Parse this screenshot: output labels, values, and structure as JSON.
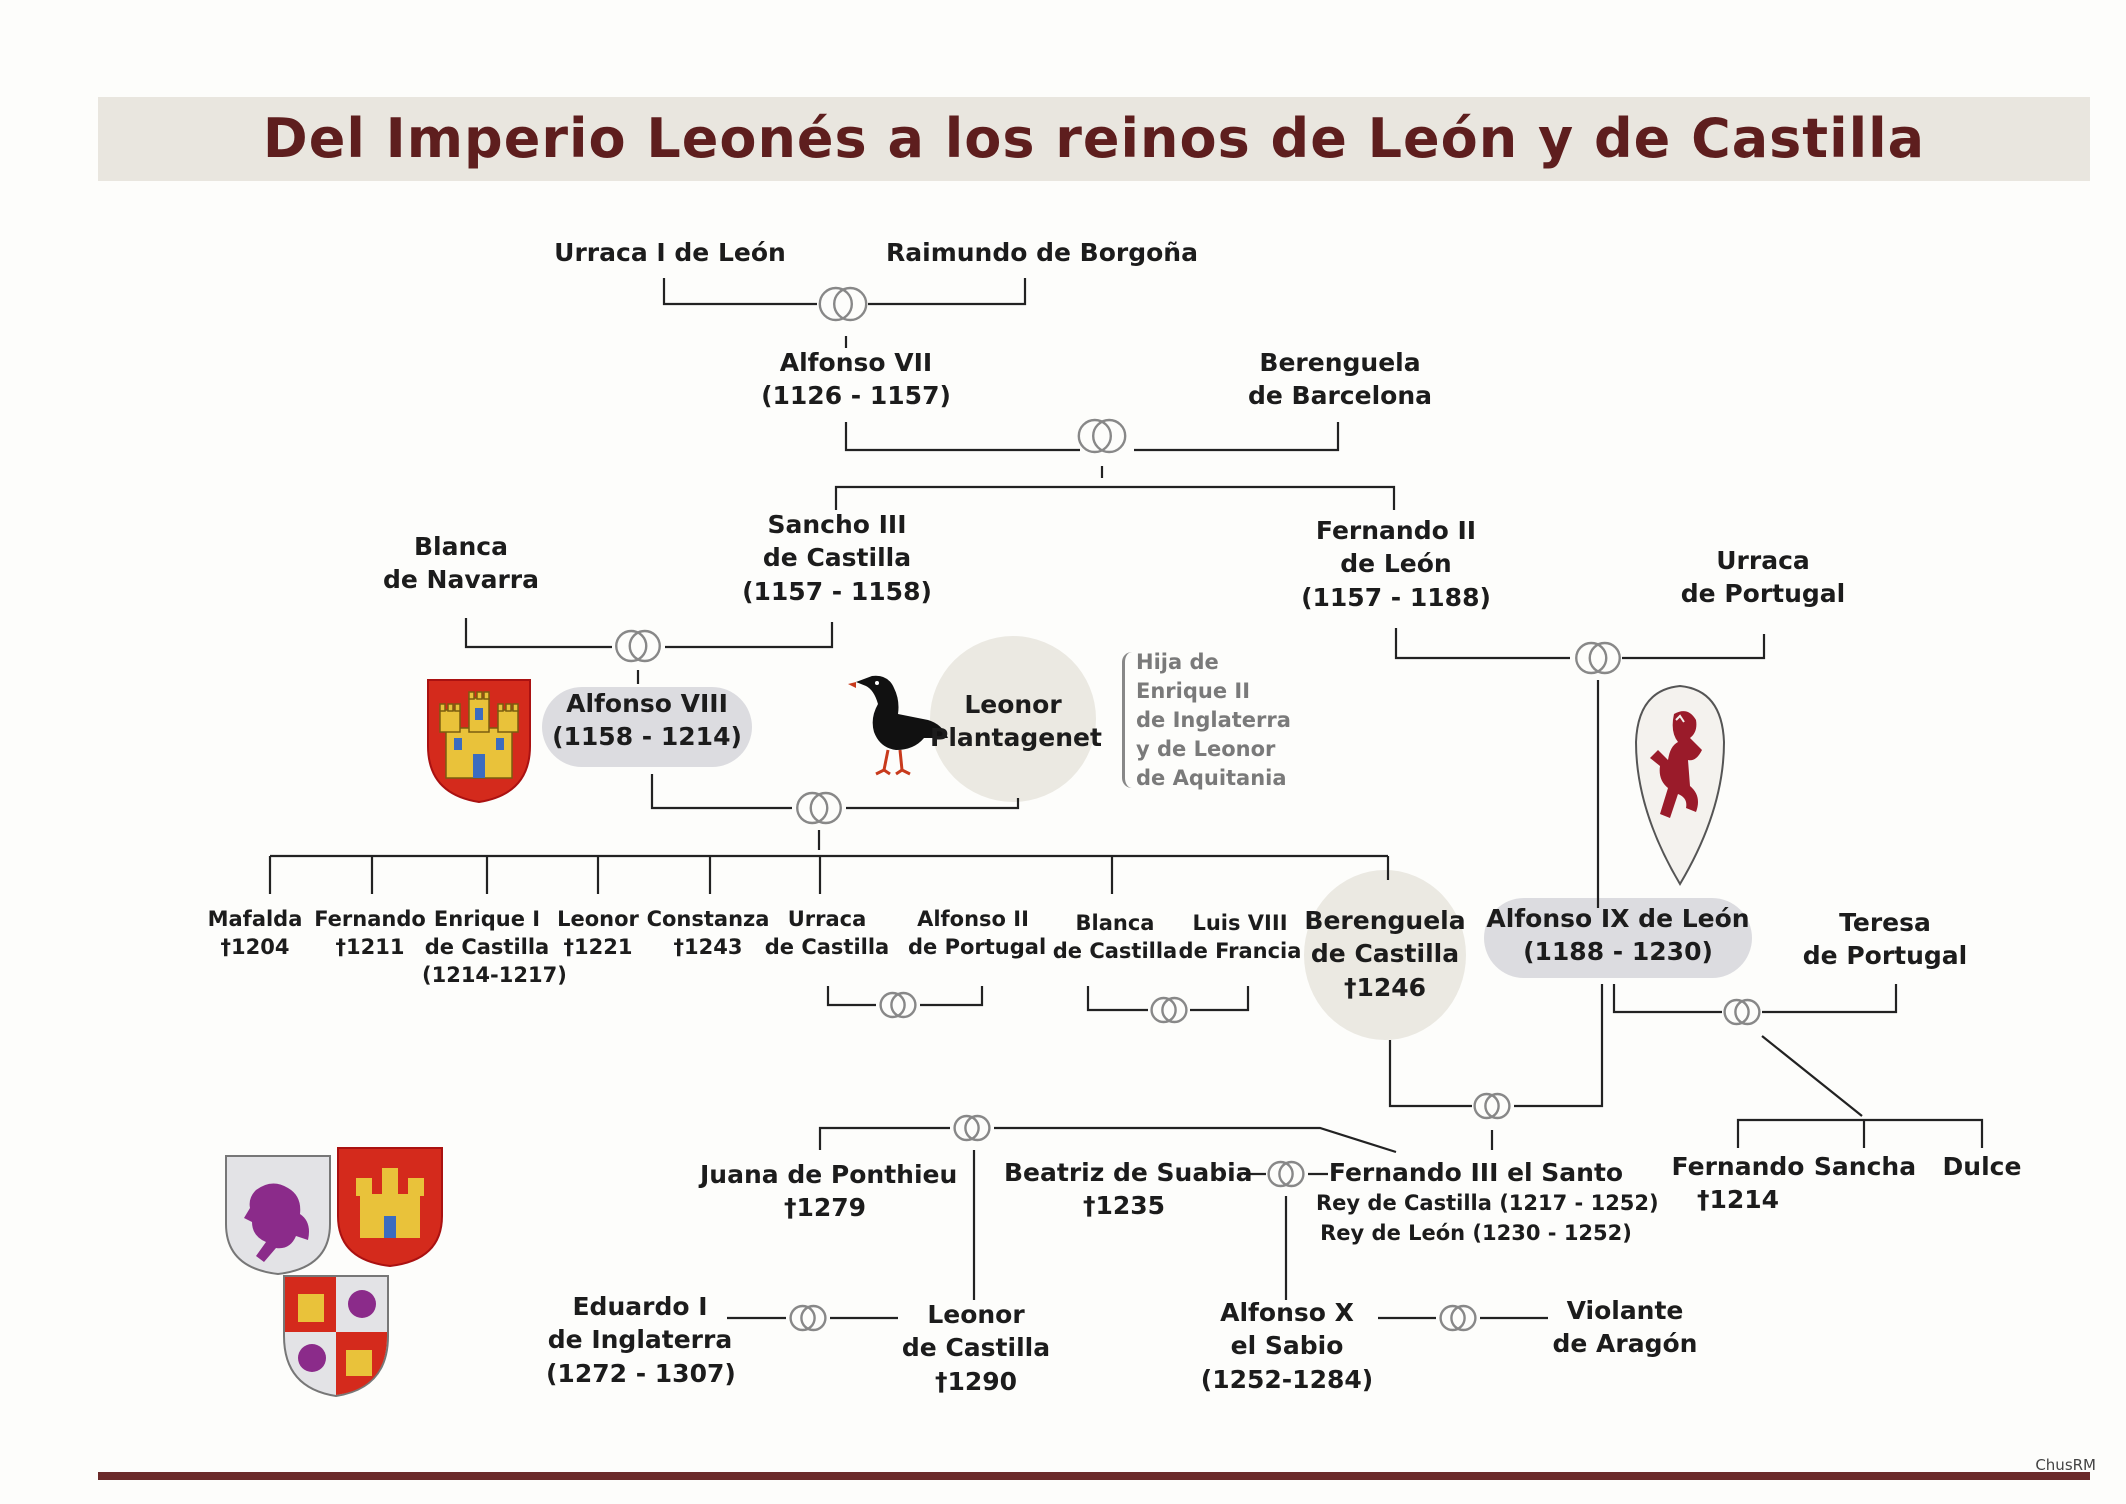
{
  "title": "Del Imperio Leonés a los reinos de León y de Castilla",
  "people": {
    "urraca_i": "Urraca I de León",
    "raimundo": "Raimundo de Borgoña",
    "alfonso_vii": [
      "Alfonso VII",
      "(1126 - 1157)"
    ],
    "berenguela_barcelona": [
      "Berenguela",
      "de Barcelona"
    ],
    "sancho_iii": [
      "Sancho III",
      "de Castilla",
      "(1157 - 1158)"
    ],
    "blanca_navarra": [
      "Blanca",
      "de Navarra"
    ],
    "fernando_ii": [
      "Fernando II",
      "de León",
      "(1157 - 1188)"
    ],
    "urraca_portugal": [
      "Urraca",
      "de Portugal"
    ],
    "alfonso_viii": [
      "Alfonso VIII",
      "(1158 - 1214)"
    ],
    "leonor_plantagenet": [
      "Leonor",
      "Plantagenet"
    ],
    "mafalda": [
      "Mafalda",
      "†1204"
    ],
    "fernando_1211": [
      "Fernando",
      "†1211"
    ],
    "enrique_i": [
      "Enrique I",
      "de Castilla",
      "(1214-1217)"
    ],
    "leonor_1221": [
      "Leonor",
      "†1221"
    ],
    "constanza": [
      "Constanza",
      "†1243"
    ],
    "urraca_castilla": [
      "Urraca",
      "de Castilla"
    ],
    "alfonso_ii_portugal": [
      "Alfonso II",
      "de Portugal"
    ],
    "blanca_castilla": [
      "Blanca",
      "de Castilla"
    ],
    "luis_viii": [
      "Luis VIII",
      "de Francia"
    ],
    "berenguela_castilla": [
      "Berenguela",
      "de Castilla",
      "†1246"
    ],
    "alfonso_ix": [
      "Alfonso IX de León",
      "(1188 - 1230)"
    ],
    "teresa_portugal": [
      "Teresa",
      "de Portugal"
    ],
    "fernando_1214": [
      "Fernando",
      "†1214"
    ],
    "sancha": "Sancha",
    "dulce": "Dulce",
    "juana_ponthieu": [
      "Juana de Ponthieu",
      "†1279"
    ],
    "beatriz_suabia": [
      "Beatriz de Suabia",
      "†1235"
    ],
    "fernando_iii": [
      "Fernando III el Santo",
      "Rey de Castilla (1217 - 1252)",
      "Rey de León (1230 - 1252)"
    ],
    "eduardo_i": [
      "Eduardo I",
      "de Inglaterra",
      "(1272 - 1307)"
    ],
    "leonor_castilla": [
      "Leonor",
      "de Castilla",
      "†1290"
    ],
    "alfonso_x": [
      "Alfonso X",
      "el Sabio",
      "(1252-1284)"
    ],
    "violante": [
      "Violante",
      "de Aragón"
    ]
  },
  "leonor_note": [
    "Hija de",
    "Enrique II",
    "de Inglaterra",
    "y de Leonor",
    "de Aquitania"
  ],
  "signature": "ChusRM",
  "icons": [
    "marriage-rings-icon",
    "castile-shield-icon",
    "leon-shield-icon",
    "raven-icon",
    "castile-leon-arms-icon"
  ],
  "colors": {
    "title": "#5e1e1e",
    "band": "#e9e6df",
    "pill": "#dcdce0",
    "circle": "#ebe9e2",
    "castle_red": "#d42a1c",
    "lion_purple": "#8b2b8a",
    "lion_red": "#9a1b2a"
  }
}
